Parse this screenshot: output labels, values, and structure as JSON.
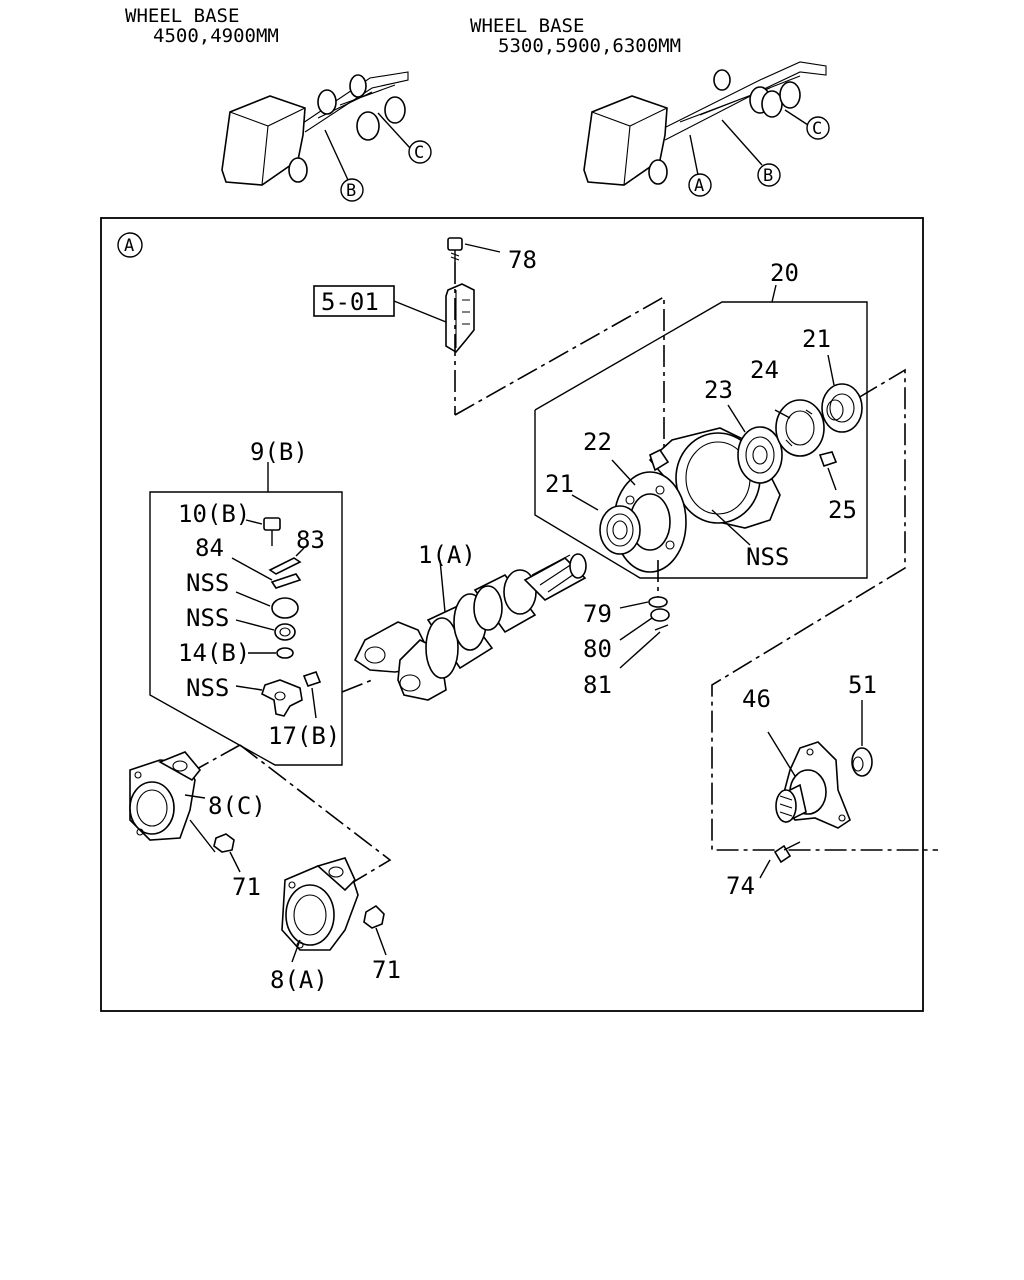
{
  "headers": {
    "left": {
      "line1": "WHEEL BASE",
      "line2": "4500,4900MM"
    },
    "right": {
      "line1": "WHEEL BASE",
      "line2": "5300,5900,6300MM"
    }
  },
  "view_markers": {
    "a": "A",
    "b": "B",
    "c": "C"
  },
  "reference_box": "5-01",
  "labels": {
    "p78": "78",
    "p20": "20",
    "p21_top": "21",
    "p24": "24",
    "p23": "23",
    "p22": "22",
    "p21_left": "21",
    "p25": "25",
    "nss_bearing": "NSS",
    "p9b": "9(B)",
    "p10b": "10(B)",
    "p83": "83",
    "p84": "84",
    "nss1": "NSS",
    "nss2": "NSS",
    "p14b": "14(B)",
    "nss3": "NSS",
    "p17b": "17(B)",
    "p1a": "1(A)",
    "p79": "79",
    "p80": "80",
    "p81": "81",
    "p8c": "8(C)",
    "p71_left": "71",
    "p8a": "8(A)",
    "p71_right": "71",
    "p46": "46",
    "p51": "51",
    "p74": "74"
  }
}
